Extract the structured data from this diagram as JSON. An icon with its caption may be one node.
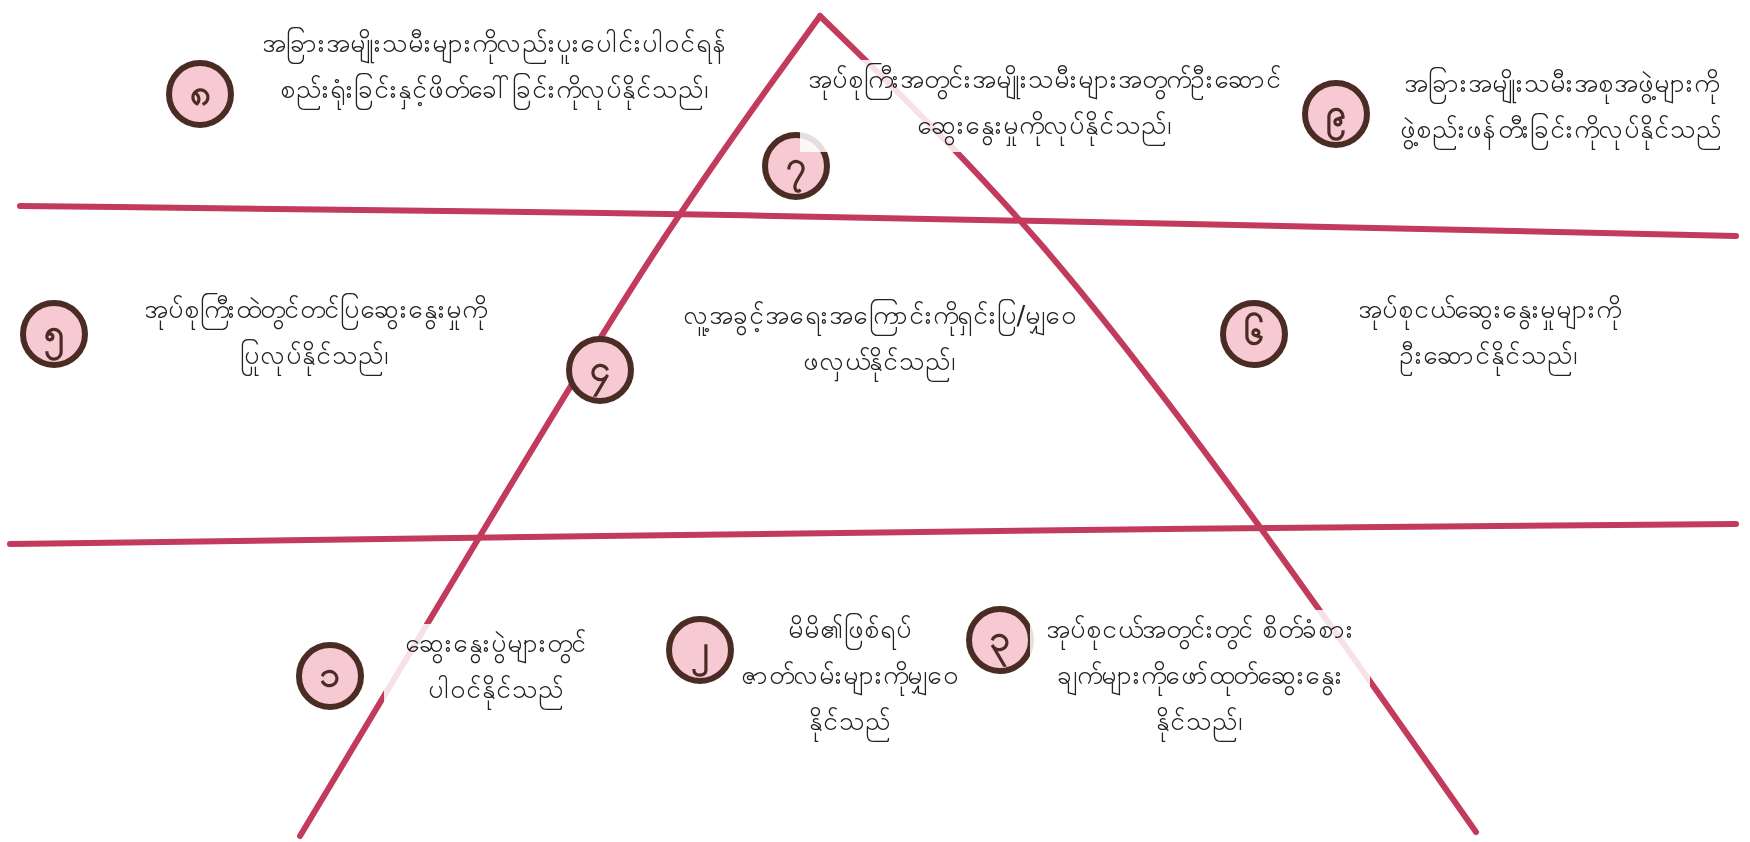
{
  "diagram": {
    "nodes": [
      {
        "text": [
          "၈"
        ],
        "beside": [
          "အခြားအမျိုးသမီးများကိုလည်းပူးပေါင်းပါဝင်ရန်စည်းရုံးခြင်းနှင့်ဖိတ်ခေါ်ခြင်းကိုလုပ်နိုင်သည်၊"
        ]
      },
      {
        "text": [
          "၇"
        ],
        "beside": [
          "အုပ်စုကြီးအတွင်းအမျိုးသမီးများအတွက်ဦးဆောင်ဆွေးနွေးမှုကိုလုပ်နိုင်သည်၊"
        ]
      },
      {
        "text": [
          "၉"
        ],
        "beside": [
          "အခြားအမျိုးသမီးအစုအဖွဲ့များကိုဖွဲ့စည်းဖန်တီးခြင်းကိုလုပ်နိုင်သည်"
        ]
      },
      {
        "text": [
          "၅"
        ],
        "beside": [
          "အုပ်စုကြီးထဲတွင်တင်ပြဆွေးနွေးမှုကိုပြုလုပ်နိုင်သည်၊"
        ]
      },
      {
        "text": [
          "၄"
        ],
        "beside": [
          "လူ့အခွင့်အရေးအကြောင်းကိုရှင်းပြ/မျှဝေဖလှယ်နိုင်သည်၊"
        ]
      },
      {
        "text": [
          "၆"
        ],
        "beside": [
          "အုပ်စုငယ်ဆွေးနွေးမှုများကိုဦးဆောင်နိုင်သည်၊"
        ]
      },
      {
        "text": [
          "၁"
        ],
        "beside": [
          "ဆွေးနွေးပွဲများတွင်ပါဝင်နိုင်သည်"
        ]
      },
      {
        "text": [
          "၂"
        ],
        "beside": [
          "မိမိ၏ဖြစ်ရပ်ဇာတ်လမ်းများကိုမျှဝေနိုင်သည်"
        ]
      },
      {
        "text": [
          "၃"
        ],
        "beside": [
          "အုပ်စုငယ်အတွင်းတွင် စိတ်ခံစားချက်များကိုဖော်ထုတ်ဆွေးနွေးနိုင်သည်၊"
        ]
      }
    ]
  }
}
